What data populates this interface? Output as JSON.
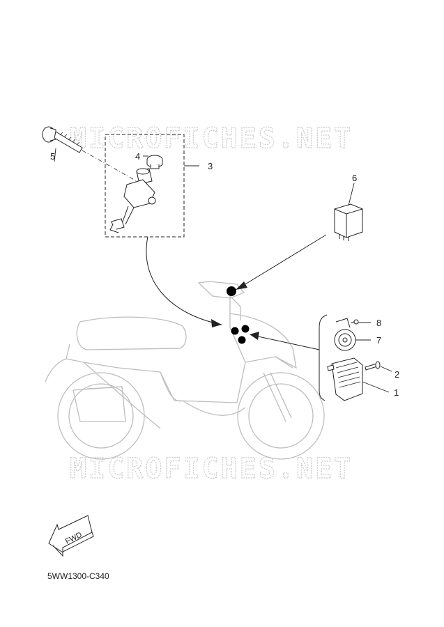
{
  "watermark": "MICROFICHES.NET",
  "diagram_code": "5WW1300-C340",
  "fwd_label": "FWD",
  "callouts": {
    "c1": "1",
    "c2": "2",
    "c3": "3",
    "c4": "4",
    "c5": "5",
    "c6": "6",
    "c7": "7",
    "c8": "8"
  }
}
